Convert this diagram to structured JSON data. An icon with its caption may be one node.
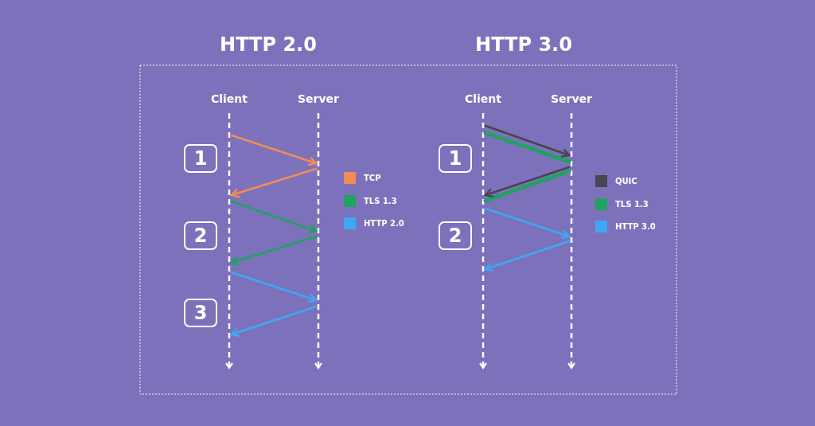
{
  "diagram": {
    "nodes": [
      {
        "text": [],
        "shape": "bar",
        "beside": [
          "Client"
        ]
      },
      {
        "text": [],
        "shape": "bar",
        "beside": [
          "Server"
        ]
      },
      {
        "text": [
          "1"
        ]
      },
      {
        "text": [
          "2"
        ]
      },
      {
        "text": [
          "3"
        ]
      },
      {
        "text": [],
        "shape": "bar",
        "beside": [
          "Client"
        ]
      },
      {
        "text": [],
        "shape": "bar",
        "beside": [
          "Server"
        ]
      },
      {
        "text": [
          "1"
        ]
      },
      {
        "text": [
          "2"
        ]
      }
    ],
    "edges": [
      {
        "from": 0,
        "to": 1,
        "arrow": "to",
        "color": "#f28c56"
      },
      {
        "from": 1,
        "to": 0,
        "arrow": "to",
        "color": "#f28c56"
      },
      {
        "from": 0,
        "to": 1,
        "arrow": "to",
        "color": "#1fa35e"
      },
      {
        "from": 1,
        "to": 0,
        "arrow": "to",
        "color": "#1fa35e"
      },
      {
        "from": 0,
        "to": 1,
        "arrow": "to",
        "color": "#3ea8f5"
      },
      {
        "from": 1,
        "to": 0,
        "arrow": "to",
        "color": "#3ea8f5"
      },
      {
        "from": 5,
        "to": 6,
        "arrow": "none",
        "style": "thick",
        "color": "#1fa35e"
      },
      {
        "from": 5,
        "to": 6,
        "arrow": "to",
        "color": "#4a4550"
      },
      {
        "from": 6,
        "to": 5,
        "arrow": "none",
        "style": "thick",
        "color": "#1fa35e"
      },
      {
        "from": 6,
        "to": 5,
        "arrow": "to",
        "color": "#4a4550"
      },
      {
        "from": 5,
        "to": 6,
        "arrow": "to",
        "color": "#3ea8f5"
      },
      {
        "from": 6,
        "to": 5,
        "arrow": "to",
        "color": "#3ea8f5"
      }
    ],
    "labels": [
      "HTTP 2.0",
      "HTTP 3.0"
    ],
    "legend": [
      {
        "text": "TCP",
        "color": "#f28c56"
      },
      {
        "text": "TLS 1.3",
        "color": "#1fa35e"
      },
      {
        "text": "HTTP 2.0",
        "color": "#3ea8f5"
      },
      {
        "text": "QUIC",
        "color": "#4a4550"
      },
      {
        "text": "TLS 1.3",
        "color": "#1fa35e"
      },
      {
        "text": "HTTP 3.0",
        "color": "#3ea8f5"
      }
    ]
  }
}
